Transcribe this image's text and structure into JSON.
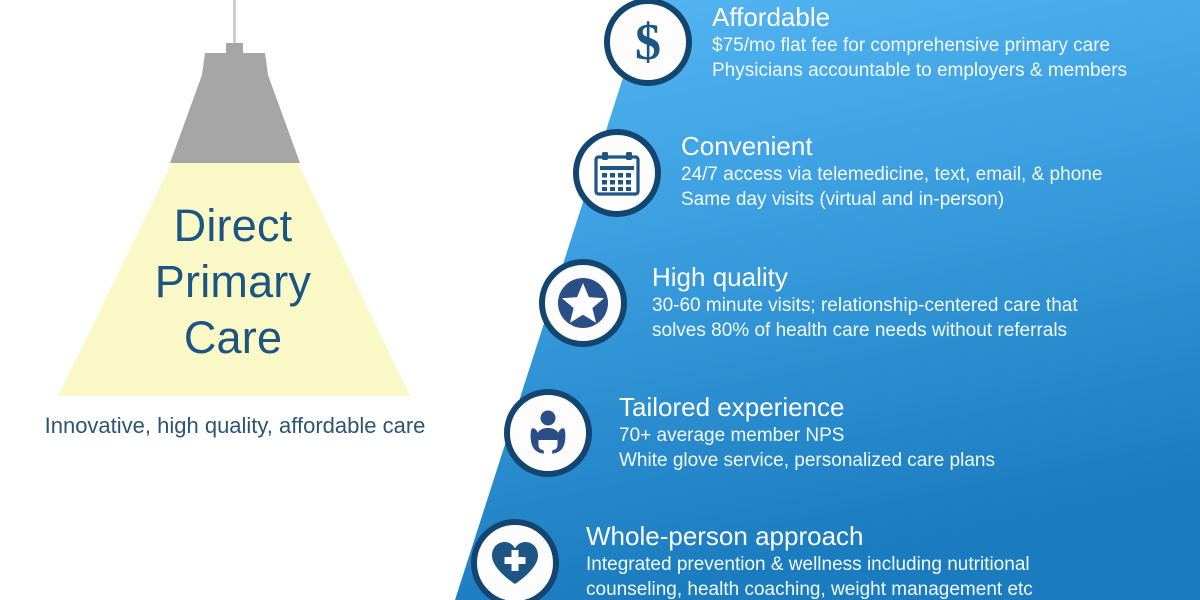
{
  "colors": {
    "blue_top": "#4fb1ef",
    "blue_bottom": "#1a7fc0",
    "badge_ring": "#12456f",
    "icon_navy": "#1d5584",
    "title_blue": "#1b5580",
    "light_cone": "#fbf8c8",
    "lamp_gray": "#a6a6a6",
    "white": "#ffffff"
  },
  "left_panel": {
    "lamp_icon": "hanging-lamp-icon",
    "title_lines": [
      "Direct",
      "Primary",
      "Care"
    ],
    "tagline": "Innovative, high quality, affordable care"
  },
  "features": [
    {
      "icon": "dollar-sign-icon",
      "heading": "Affordable",
      "lines": [
        "$75/mo flat fee for comprehensive primary care",
        "Physicians accountable to employers & members"
      ]
    },
    {
      "icon": "calendar-icon",
      "heading": "Convenient",
      "lines": [
        "24/7 access via telemedicine, text, email, & phone",
        "Same day visits (virtual and in-person)"
      ]
    },
    {
      "icon": "star-badge-icon",
      "heading": "High quality",
      "lines": [
        "30-60 minute visits; relationship-centered care that",
        "solves 80% of health care needs without referrals"
      ]
    },
    {
      "icon": "person-in-hands-icon",
      "heading": "Tailored experience",
      "lines": [
        "70+ average member NPS",
        "White glove service, personalized care plans"
      ]
    },
    {
      "icon": "heart-cross-icon",
      "heading": "Whole-person approach",
      "lines": [
        "Integrated prevention & wellness including nutritional",
        "counseling, health coaching, weight management etc"
      ]
    }
  ]
}
